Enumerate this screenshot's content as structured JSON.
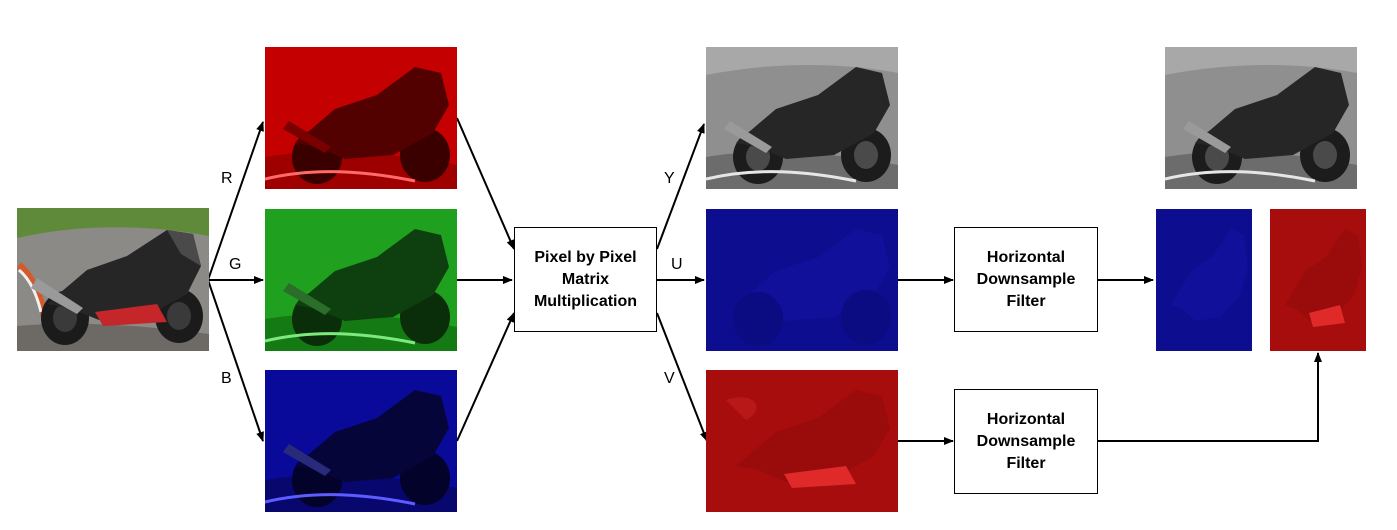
{
  "channels": {
    "r": "R",
    "g": "G",
    "b": "B",
    "y": "Y",
    "u": "U",
    "v": "V"
  },
  "matrix_box": "Pixel by Pixel\nMatrix\nMultiplication",
  "filter_upper": "Horizontal\nDownsample\nFilter",
  "filter_lower": "Horizontal\nDownsample\nFilter",
  "colors": {
    "red": "#c40000",
    "green": "#1fa01f",
    "blue": "#0a0a9a",
    "u_plane": "#0d0d8f",
    "v_plane": "#a80d0d",
    "arrow": "#000000"
  }
}
